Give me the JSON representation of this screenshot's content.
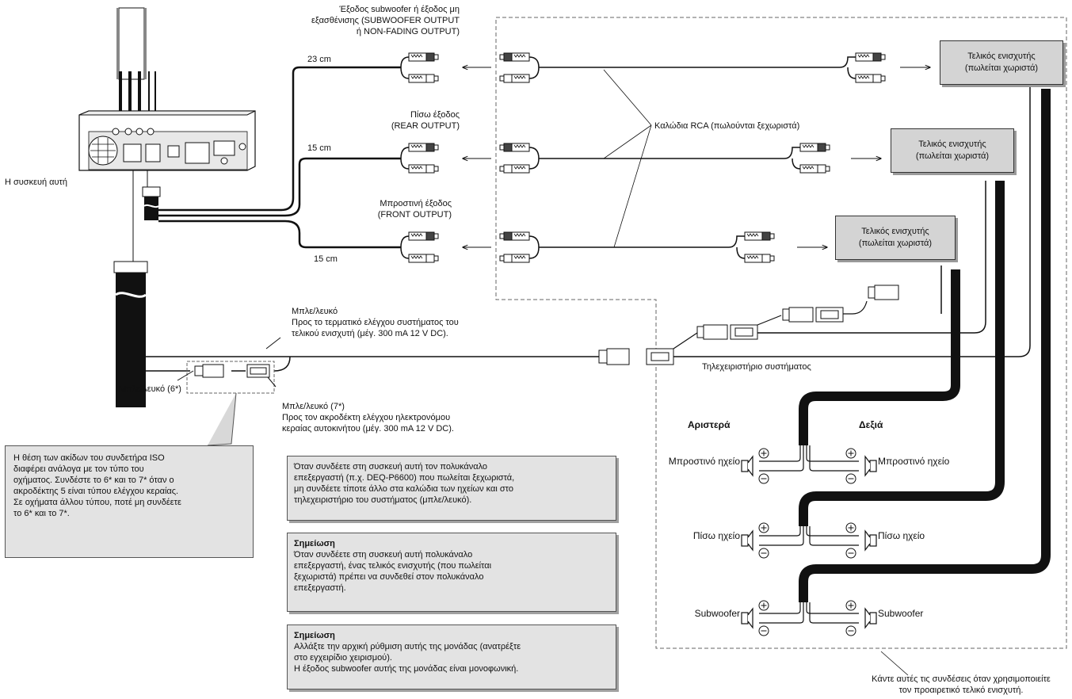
{
  "labels": {
    "sub_output": [
      "Έξοδος subwoofer ή έξοδος μη",
      "εξασθένισης (SUBWOOFER OUTPUT",
      "ή NON-FADING OUTPUT)"
    ],
    "rear_output": [
      "Πίσω έξοδος",
      "(REAR OUTPUT)"
    ],
    "front_output": [
      "Μπροστινή έξοδος",
      "(FRONT OUTPUT)"
    ],
    "len_23": "23 cm",
    "len_15a": "15 cm",
    "len_15b": "15 cm",
    "this_unit": "Η συσκευή αυτή",
    "rca_cables": "Καλώδια RCA (πωλούνται ξεχωριστά)",
    "blue_white": [
      "Μπλε/λευκό",
      "Προς το τερματικό ελέγχου συστήματος του",
      "τελικού ενισχυτή (μέγ. 300 mA 12 V DC)."
    ],
    "blue_white_6": "Μπλε/λευκό (6*)",
    "blue_white_7": [
      "Μπλε/λευκό (7*)",
      "Προς τον ακροδέκτη ελέγχου ηλεκτρονόμου",
      "κεραίας αυτοκινήτου (μέγ. 300 mA 12 V DC)."
    ],
    "system_remote": "Τηλεχειριστήριο συστήματος",
    "left": "Αριστερά",
    "right": "Δεξιά",
    "front_speaker_l": "Μπροστινό ηχείο",
    "front_speaker_r": "Μπροστινό ηχείο",
    "rear_speaker_l": "Πίσω ηχείο",
    "rear_speaker_r": "Πίσω ηχείο",
    "subwoofer_l": "Subwoofer",
    "subwoofer_r": "Subwoofer",
    "footer": [
      "Κάντε αυτές τις συνδέσεις όταν χρησιμοποιείτε",
      "τον προαιρετικό τελικό ενισχυτή."
    ]
  },
  "amps": [
    {
      "line1": "Τελικός ενισχυτής",
      "line2": "(πωλείται χωριστά)"
    },
    {
      "line1": "Τελικός ενισχυτής",
      "line2": "(πωλείται χωριστά)"
    },
    {
      "line1": "Τελικός ενισχυτής",
      "line2": "(πωλείται χωριστά)"
    }
  ],
  "iso_note": [
    "Η θέση των ακίδων του συνδετήρα ISO",
    "διαφέρει ανάλογα με τον τύπο του",
    "οχήματος. Συνδέστε το 6* και το 7* όταν ο",
    "ακροδέκτης 5 είναι τύπου ελέγχου κεραίας.",
    "Σε οχήματα άλλου τύπου, ποτέ μη συνδέετε",
    "το 6* και το 7*."
  ],
  "notes": [
    {
      "heading": "",
      "lines": [
        "Όταν συνδέετε στη συσκευή αυτή τον πολυκάναλο",
        "επεξεργαστή (π.χ. DEQ-P6600) που πωλείται ξεχωριστά,",
        "μη συνδέετε τίποτε άλλο στα καλώδια των ηχείων και στο",
        "τηλεχειριστήριο του συστήματος (μπλε/λευκό)."
      ]
    },
    {
      "heading": "Σημείωση",
      "lines": [
        "Όταν συνδέετε στη συσκευή αυτή πολυκάναλο",
        "επεξεργαστή, ένας τελικός ενισχυτής (που πωλείται",
        "ξεχωριστά) πρέπει να συνδεθεί στον πολυκάναλο",
        "επεξεργαστή."
      ]
    },
    {
      "heading": "Σημείωση",
      "lines": [
        "Αλλάξτε την αρχική ρύθμιση αυτής της μονάδας (ανατρέξτε",
        "στο εγχειρίδιο χειρισμού).",
        "Η έξοδος subwoofer αυτής της μονάδας είναι μονοφωνική."
      ]
    }
  ],
  "colors": {
    "line": "#111111",
    "box": "#d4d4d4",
    "note": "#e3e3e3"
  }
}
